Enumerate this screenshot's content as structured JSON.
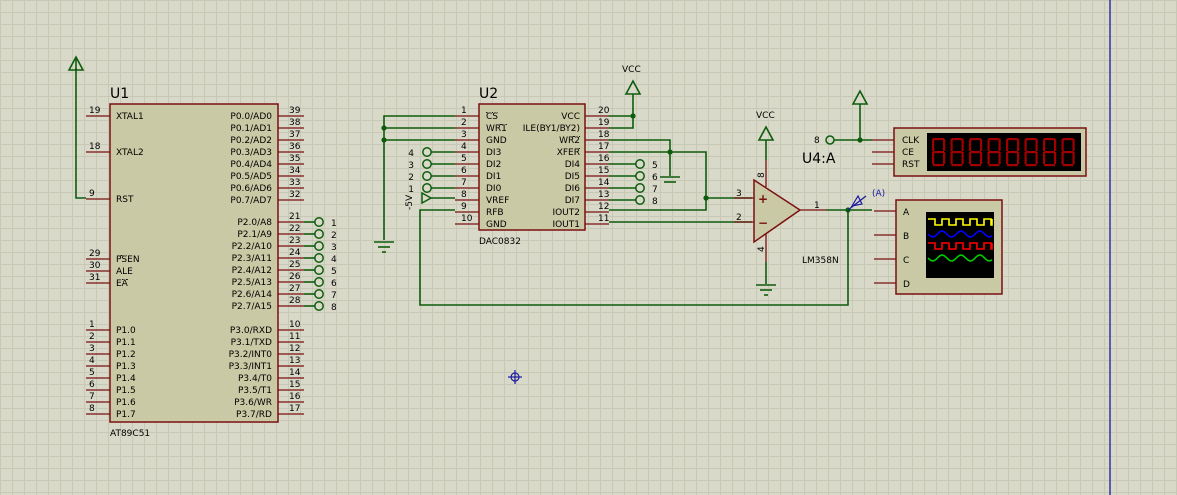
{
  "u1": {
    "ref": "U1",
    "part": "AT89C51",
    "left_pins": [
      {
        "num": "19",
        "name": "XTAL1"
      },
      {
        "num": "18",
        "name": "XTAL2"
      },
      {
        "num": "9",
        "name": "RST"
      },
      {
        "num": "29",
        "name": "PSEN"
      },
      {
        "num": "30",
        "name": "ALE"
      },
      {
        "num": "31",
        "name": "EA"
      },
      {
        "num": "1",
        "name": "P1.0"
      },
      {
        "num": "2",
        "name": "P1.1"
      },
      {
        "num": "3",
        "name": "P1.2"
      },
      {
        "num": "4",
        "name": "P1.3"
      },
      {
        "num": "5",
        "name": "P1.4"
      },
      {
        "num": "6",
        "name": "P1.5"
      },
      {
        "num": "7",
        "name": "P1.6"
      },
      {
        "num": "8",
        "name": "P1.7"
      }
    ],
    "right_pins": [
      {
        "num": "39",
        "name": "P0.0/AD0"
      },
      {
        "num": "38",
        "name": "P0.1/AD1"
      },
      {
        "num": "37",
        "name": "P0.2/AD2"
      },
      {
        "num": "36",
        "name": "P0.3/AD3"
      },
      {
        "num": "35",
        "name": "P0.4/AD4"
      },
      {
        "num": "34",
        "name": "P0.5/AD5"
      },
      {
        "num": "33",
        "name": "P0.6/AD6"
      },
      {
        "num": "32",
        "name": "P0.7/AD7"
      },
      {
        "num": "21",
        "name": "P2.0/A8"
      },
      {
        "num": "22",
        "name": "P2.1/A9"
      },
      {
        "num": "23",
        "name": "P2.2/A10"
      },
      {
        "num": "24",
        "name": "P2.3/A11"
      },
      {
        "num": "25",
        "name": "P2.4/A12"
      },
      {
        "num": "26",
        "name": "P2.5/A13"
      },
      {
        "num": "27",
        "name": "P2.6/A14"
      },
      {
        "num": "28",
        "name": "P2.7/A15"
      },
      {
        "num": "10",
        "name": "P3.0/RXD"
      },
      {
        "num": "11",
        "name": "P3.1/TXD"
      },
      {
        "num": "12",
        "name": "P3.2/INT0"
      },
      {
        "num": "13",
        "name": "P3.3/INT1"
      },
      {
        "num": "14",
        "name": "P3.4/T0"
      },
      {
        "num": "15",
        "name": "P3.5/T1"
      },
      {
        "num": "16",
        "name": "P3.6/WR"
      },
      {
        "num": "17",
        "name": "P3.7/RD"
      }
    ],
    "p2_terminals": [
      "1",
      "2",
      "3",
      "4",
      "5",
      "6",
      "7",
      "8"
    ]
  },
  "u2": {
    "ref": "U2",
    "part": "DAC0832",
    "left_pins": [
      {
        "num": "1",
        "name": "CS"
      },
      {
        "num": "2",
        "name": "WR1"
      },
      {
        "num": "3",
        "name": "GND"
      },
      {
        "num": "4",
        "name": "DI3"
      },
      {
        "num": "5",
        "name": "DI2"
      },
      {
        "num": "6",
        "name": "DI1"
      },
      {
        "num": "7",
        "name": "DI0"
      },
      {
        "num": "8",
        "name": "VREF"
      },
      {
        "num": "9",
        "name": "RFB"
      },
      {
        "num": "10",
        "name": "GND"
      }
    ],
    "right_pins": [
      {
        "num": "20",
        "name": "VCC"
      },
      {
        "num": "19",
        "name": "ILE(BY1/BY2)"
      },
      {
        "num": "18",
        "name": "WR2"
      },
      {
        "num": "17",
        "name": "XFER"
      },
      {
        "num": "16",
        "name": "DI4"
      },
      {
        "num": "15",
        "name": "DI5"
      },
      {
        "num": "14",
        "name": "DI6"
      },
      {
        "num": "13",
        "name": "DI7"
      },
      {
        "num": "12",
        "name": "IOUT2"
      },
      {
        "num": "11",
        "name": "IOUT1"
      }
    ],
    "left_terminals": [
      "4",
      "3",
      "2",
      "1"
    ],
    "right_terminals": [
      "5",
      "6",
      "7",
      "8"
    ],
    "vref_label": "-5V",
    "vcc_label": "VCC"
  },
  "opamp": {
    "part": "LM358N",
    "vcc_label": "VCC",
    "pin_plus": "3",
    "pin_minus": "2",
    "pin_out": "1",
    "pin_vcc": "8",
    "pin_gnd": "4",
    "plus_sign": "+",
    "minus_sign": "−",
    "probe_label": "(A)"
  },
  "counter": {
    "ref": "U4:A",
    "input_terminal": "8",
    "pins": [
      "CLK",
      "CE",
      "RST"
    ],
    "display_digits": 8,
    "colors": {
      "bezel": "#c9c9a5",
      "screen": "#000000",
      "segment_off": "#4a0000",
      "segment_shape": "#a00000"
    }
  },
  "scope": {
    "channels": [
      "A",
      "B",
      "C",
      "D"
    ],
    "trace_colors": [
      "#ffff00",
      "#0000ff",
      "#ff0000",
      "#00cc00"
    ],
    "screen_color": "#000000"
  },
  "colors": {
    "wire": "#0d5c0d",
    "component_outline": "#7a1010",
    "component_fill": "#c9c9a5",
    "grid": "#c8c8b6",
    "background": "#d9d9c9",
    "sheet_border": "#1a1aa0"
  }
}
